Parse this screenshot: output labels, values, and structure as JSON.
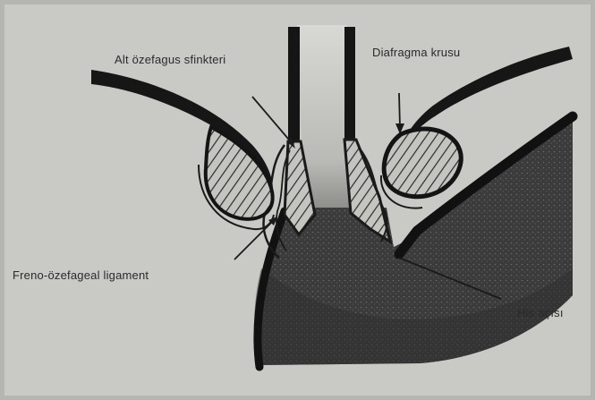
{
  "labels": {
    "sphincter": "Alt özefagus sfinkteri",
    "crus": "Diafragma krusu",
    "ligament": "Freno-özefageal ligament",
    "his_angle": "His açısı"
  },
  "colors": {
    "paper": "#c9c9c5",
    "ink": "#1e1e1e",
    "stomach": "#3a3a3a",
    "lumen": "#d6d6d2"
  }
}
